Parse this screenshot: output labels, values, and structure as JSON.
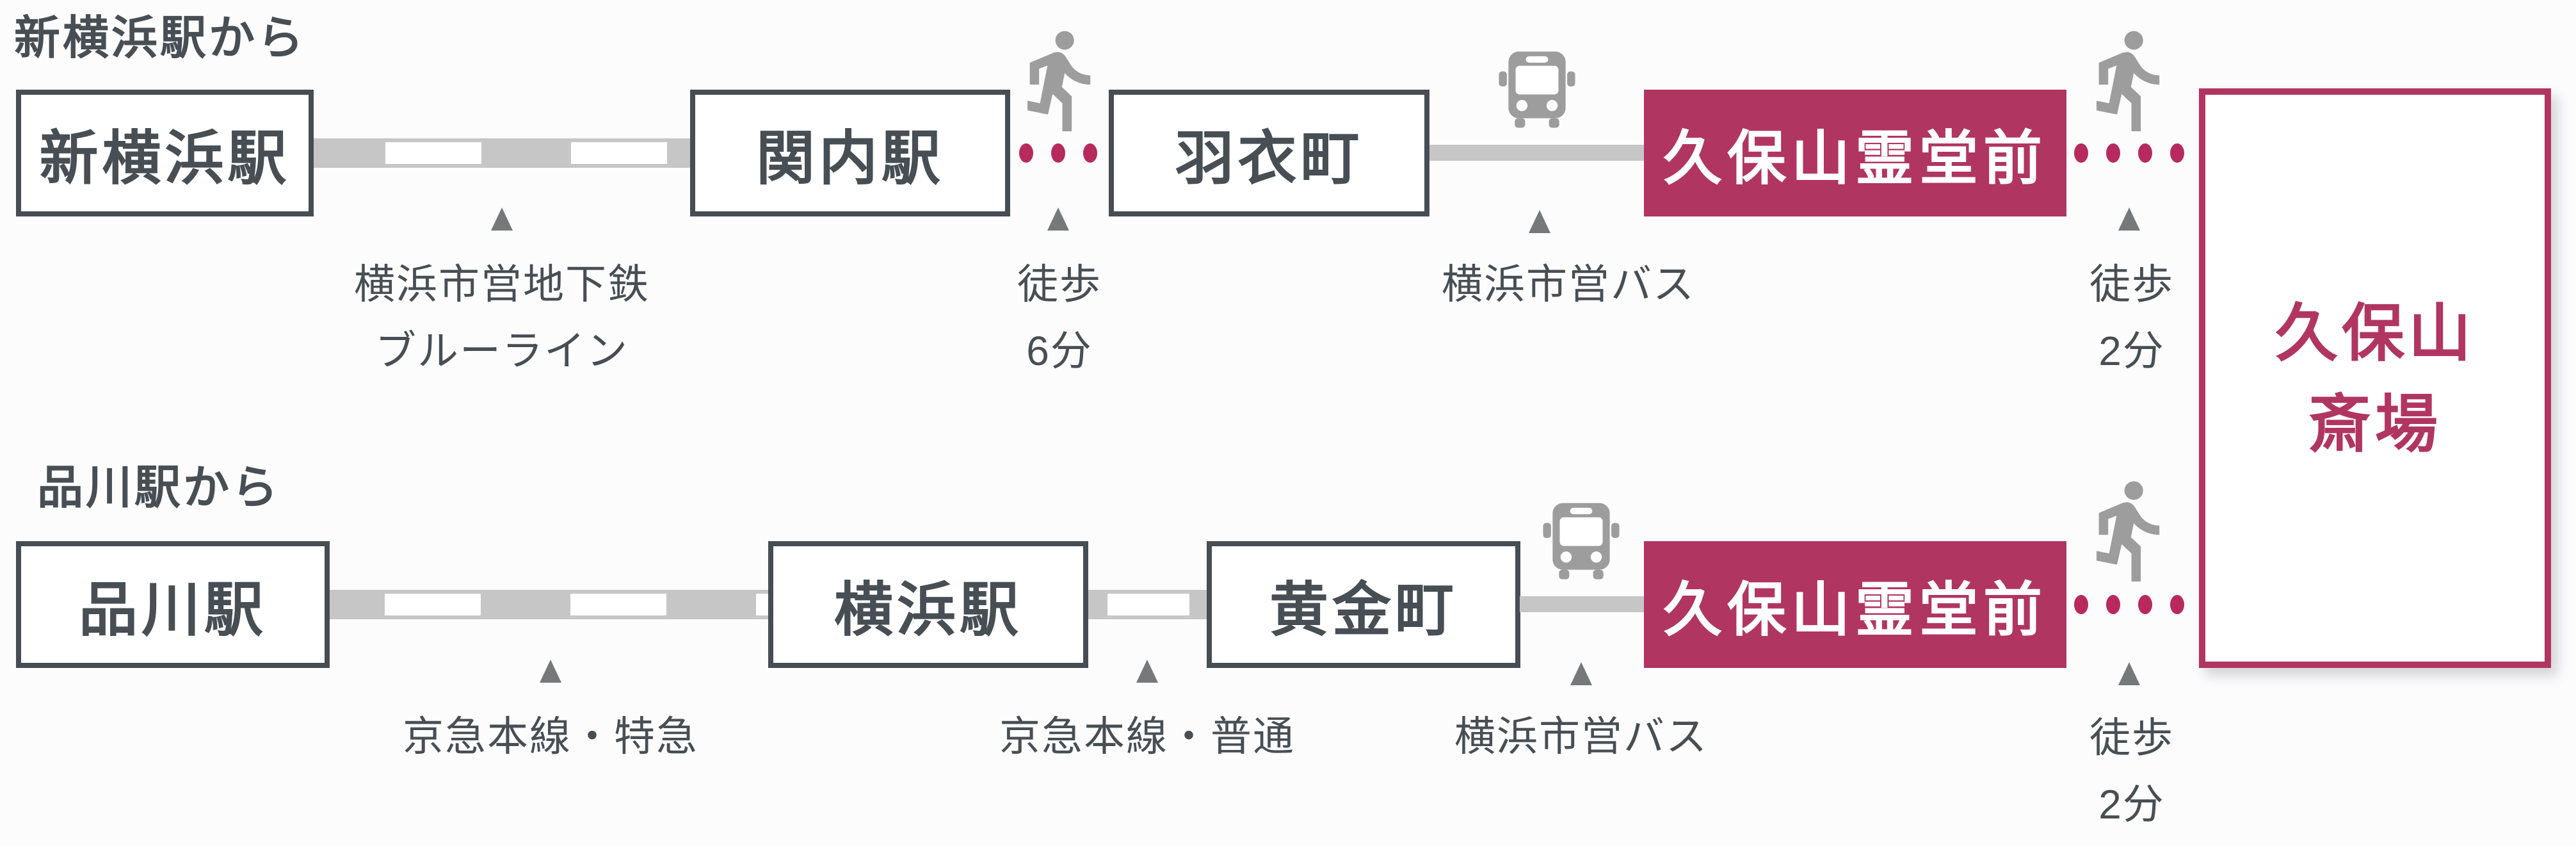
{
  "colors": {
    "background": "#FCFCFD",
    "ink_gray": "#474E54",
    "box_border_gray": "#464D53",
    "line_bar_gray": "#C6C6C7",
    "icon_gray": "#9D9D9E",
    "arrow_gray": "#76787A",
    "accent_crimson": "#B13561",
    "walk_dot_crimson": "#B8295C"
  },
  "icons": {
    "walk": "walking-person-icon",
    "bus": "bus-front-icon",
    "pointer": "triangle-up-icon"
  },
  "destination": {
    "lines": [
      "久保山",
      "斎場"
    ]
  },
  "routes": [
    {
      "header": "新横浜駅から",
      "stops": [
        "新横浜駅",
        "関内駅",
        "羽衣町",
        "久保山霊堂前"
      ],
      "segments": [
        {
          "type": "rail",
          "label_lines": [
            "横浜市営地下鉄",
            "ブルーライン"
          ]
        },
        {
          "type": "walk",
          "dots": 3,
          "label_lines": [
            "徒歩",
            "6分"
          ]
        },
        {
          "type": "bus",
          "label_lines": [
            "横浜市営バス"
          ]
        },
        {
          "type": "walk",
          "dots": 4,
          "label_lines": [
            "徒歩",
            "2分"
          ]
        }
      ]
    },
    {
      "header": "品川駅から",
      "stops": [
        "品川駅",
        "横浜駅",
        "黄金町",
        "久保山霊堂前"
      ],
      "segments": [
        {
          "type": "rail",
          "label_lines": [
            "京急本線・特急"
          ]
        },
        {
          "type": "rail",
          "label_lines": [
            "京急本線・普通"
          ]
        },
        {
          "type": "bus",
          "label_lines": [
            "横浜市営バス"
          ]
        },
        {
          "type": "walk",
          "dots": 4,
          "label_lines": [
            "徒歩",
            "2分"
          ]
        }
      ]
    }
  ]
}
